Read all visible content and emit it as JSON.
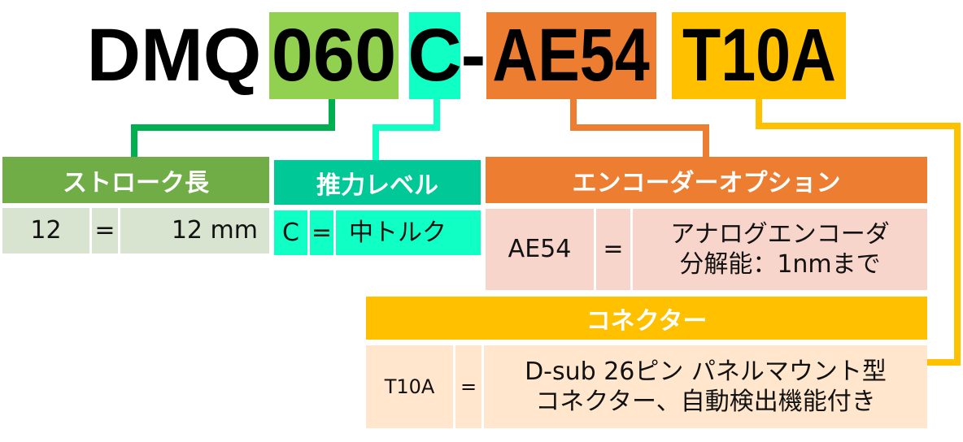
{
  "code": {
    "prefix": "DMQ",
    "stroke": "060",
    "thrust": "C",
    "dash": "-",
    "encoder": "AE54",
    "connector": "T10A"
  },
  "sections": {
    "stroke": {
      "header": "ストローク長",
      "key": "12",
      "eq": "=",
      "value": "12 mm"
    },
    "thrust": {
      "header": "推力レベル",
      "key": "C",
      "eq": "=",
      "value": "中トルク"
    },
    "encoder": {
      "header": "エンコーダーオプション",
      "key": "AE54",
      "eq": "=",
      "value_line1": "アナログエンコーダ",
      "value_line2": "分解能：1nmまで"
    },
    "connector": {
      "header": "コネクター",
      "key": "T10A",
      "eq": "=",
      "value_line1": "D-sub 26ピン パネルマウント型",
      "value_line2": "コネクター、自動検出機能付き"
    }
  },
  "colors": {
    "stroke": "#92D050",
    "thrust": "#0FFFC5",
    "encoder": "#ED7D31",
    "connector": "#FFC000"
  }
}
